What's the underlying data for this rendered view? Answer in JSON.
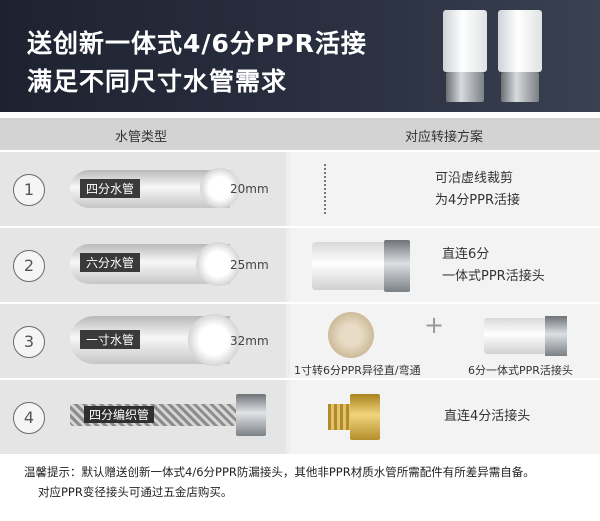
{
  "banner": {
    "line1": "送创新一体式4/6分PPR活接",
    "line2": "满足不同尺寸水管需求"
  },
  "header": {
    "col1": "水管类型",
    "col2": "对应转接方案"
  },
  "rows": [
    {
      "num": "1",
      "pipe": "四分水管",
      "size": "20mm",
      "solution": [
        "可沿虚线裁剪",
        "为4分PPR活接"
      ]
    },
    {
      "num": "2",
      "pipe": "六分水管",
      "size": "25mm",
      "solution": [
        "直连6分",
        "一体式PPR活接头"
      ]
    },
    {
      "num": "3",
      "pipe": "一寸水管",
      "size": "32mm",
      "captions": [
        "1寸转6分PPR异径直/弯通",
        "6分一体式PPR活接头"
      ]
    },
    {
      "num": "4",
      "pipe": "四分编织管",
      "solution": [
        "直连4分活接头"
      ]
    }
  ],
  "notes": {
    "line1": "温馨提示：默认赠送创新一体式4/6分PPR防漏接头，其他非PPR材质水管所需配件有所差异需自备。",
    "line2": "对应PPR变径接头可通过五金店购买。"
  },
  "colors": {
    "banner": "#1e2230",
    "header": "#d3d3d3",
    "brass": "#c9a23a"
  }
}
